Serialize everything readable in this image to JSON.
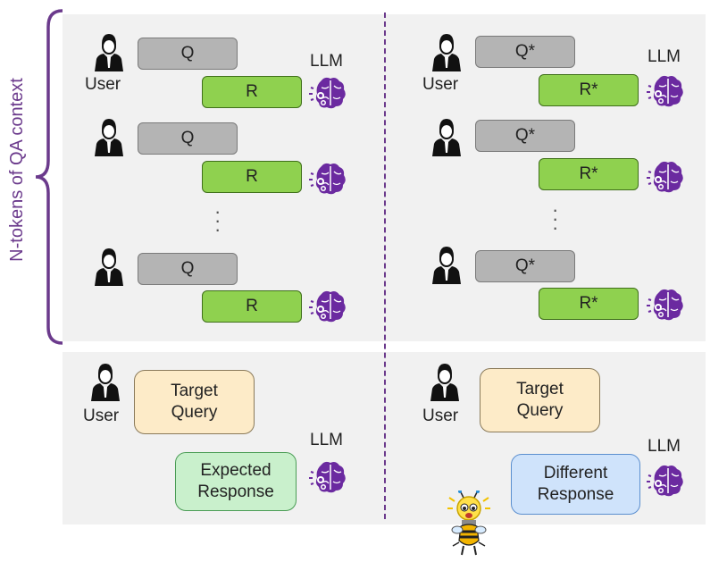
{
  "side_label": "N-tokens of QA context",
  "left": {
    "rows": [
      {
        "query": "Q",
        "response": "R"
      },
      {
        "query": "Q",
        "response": "R"
      },
      {
        "query": "Q",
        "response": "R"
      }
    ],
    "user_label": "User",
    "llm_label": "LLM",
    "target_query": "Target Query",
    "response_box": "Expected Response"
  },
  "right": {
    "rows": [
      {
        "query": "Q*",
        "response": "R*"
      },
      {
        "query": "Q*",
        "response": "R*"
      },
      {
        "query": "Q*",
        "response": "R*"
      }
    ],
    "user_label": "User",
    "llm_label": "LLM",
    "target_query": "Target Query",
    "response_box": "Different Response"
  },
  "colors": {
    "accent": "#6b3a8c",
    "query_box": "#b4b4b4",
    "response_box": "#8fd14f",
    "target_query_box": "#fdebc8",
    "expected_box": "#c9f0cc",
    "different_box": "#cfe3fb",
    "panel": "#f1f1f1"
  },
  "icons": [
    "user-icon",
    "brain-icon",
    "bug-icon"
  ]
}
